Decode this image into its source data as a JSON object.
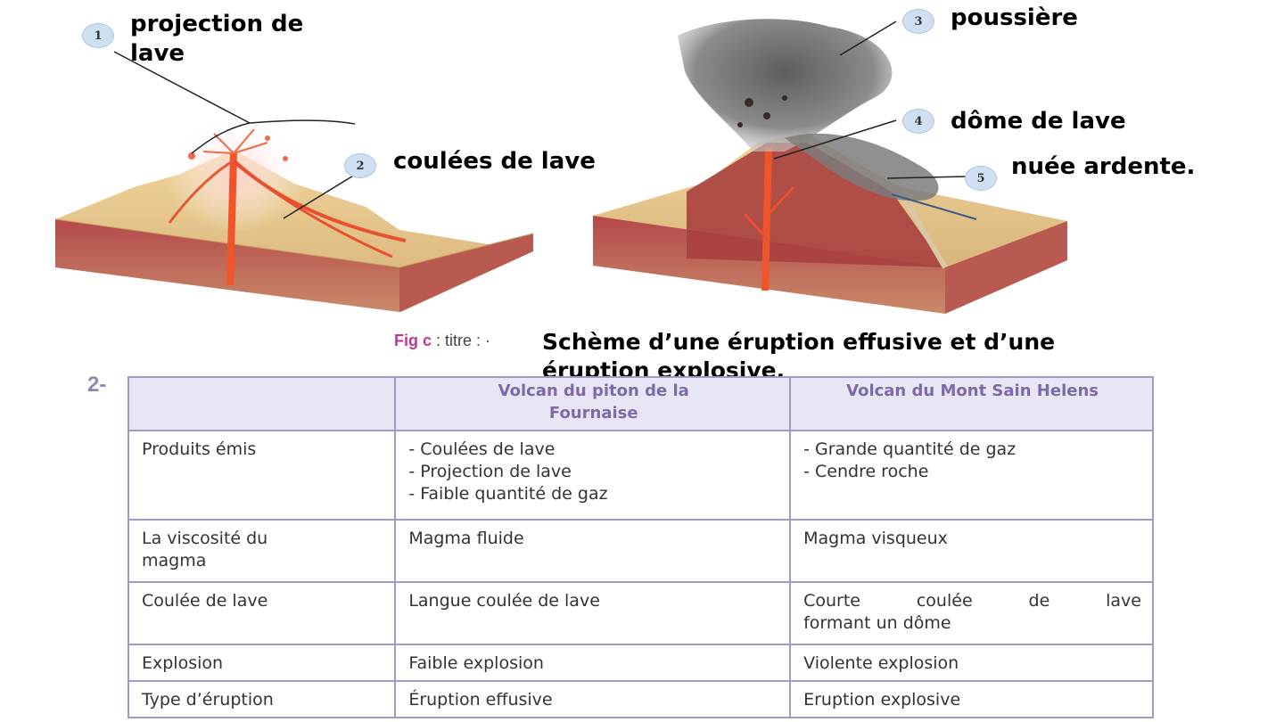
{
  "figure": {
    "labels": {
      "l1": {
        "number": "1",
        "text_line1": "projection de",
        "text_line2": "lave"
      },
      "l2": {
        "number": "2",
        "text": "coulées de lave"
      },
      "l3": {
        "number": "3",
        "text": "poussière"
      },
      "l4": {
        "number": "4",
        "text": "dôme de lave"
      },
      "l5": {
        "number": "5",
        "text": "nuée ardente."
      }
    },
    "caption": {
      "fig": "Fig c",
      "prefix": " : titre : ·",
      "title_line1": "Schème d’une éruption effusive et d’une",
      "title_line2": "éruption explosive."
    }
  },
  "section_number": "2-",
  "table": {
    "header": {
      "col1": "",
      "col2_line1": "Volcan du piton de la",
      "col2_line2": "Fournaise",
      "col3": "Volcan du Mont Sain Helens"
    },
    "rows": [
      {
        "label": "Produits émis",
        "a": [
          "- Coulées de lave",
          "- Projection de lave",
          "- Faible quantité de gaz"
        ],
        "b": [
          "- Grande quantité de gaz",
          "- Cendre roche"
        ]
      },
      {
        "label_line1": "La viscosité du",
        "label_line2": "magma",
        "a": "Magma fluide",
        "b": "Magma visqueux"
      },
      {
        "label": "Coulée de lave",
        "a": "Langue coulée de lave",
        "b_line1": "Courte coulée de lave",
        "b_line2": "formant un dôme"
      },
      {
        "label": "Explosion",
        "a": "Faible explosion",
        "b": "Violente explosion"
      },
      {
        "label": "Type d’éruption",
        "a": "Éruption effusive",
        "b": "Eruption explosive"
      }
    ]
  }
}
